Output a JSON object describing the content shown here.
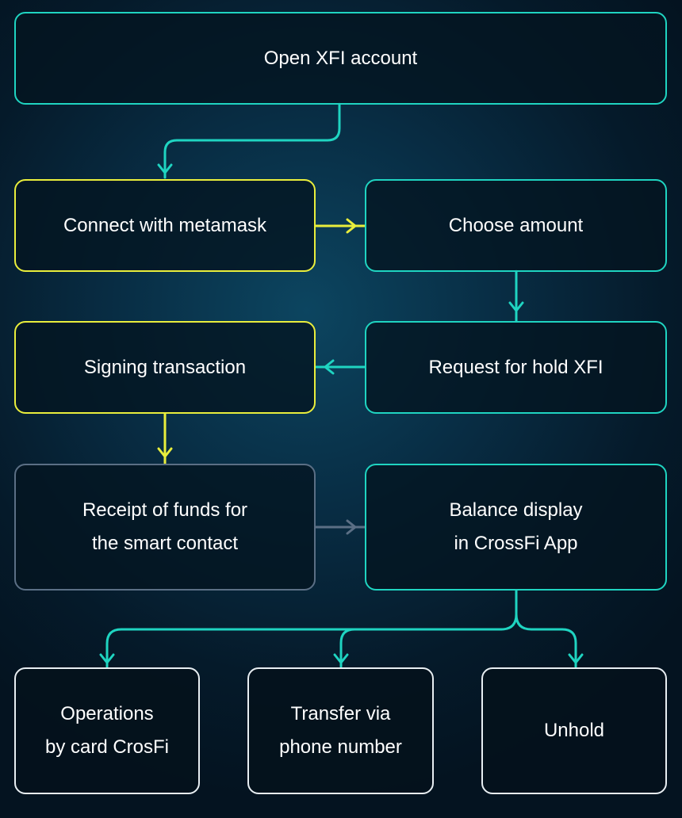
{
  "colors": {
    "teal": "#1fd4c1",
    "yellow": "#e9ee3c",
    "gray": "#5b6f85",
    "white": "#e8eef2"
  },
  "nodes": {
    "open_account": {
      "lines": [
        "Open XFI account"
      ]
    },
    "connect_metamask": {
      "lines": [
        "Connect with metamask"
      ]
    },
    "choose_amount": {
      "lines": [
        "Choose amount"
      ]
    },
    "signing_transaction": {
      "lines": [
        "Signing transaction"
      ]
    },
    "request_hold": {
      "lines": [
        "Request for hold XFI"
      ]
    },
    "receipt_funds": {
      "lines": [
        "Receipt of funds for",
        "the smart contact"
      ]
    },
    "balance_display": {
      "lines": [
        "Balance display",
        "in CrossFi App"
      ]
    },
    "operations_card": {
      "lines": [
        "Operations",
        "by card CrosFi"
      ]
    },
    "transfer_phone": {
      "lines": [
        "Transfer via",
        "phone number"
      ]
    },
    "unhold": {
      "lines": [
        "Unhold"
      ]
    }
  },
  "edges": [
    {
      "from": "open_account",
      "to": "connect_metamask",
      "color": "teal"
    },
    {
      "from": "connect_metamask",
      "to": "choose_amount",
      "color": "yellow"
    },
    {
      "from": "choose_amount",
      "to": "request_hold",
      "color": "teal"
    },
    {
      "from": "request_hold",
      "to": "signing_transaction",
      "color": "teal"
    },
    {
      "from": "signing_transaction",
      "to": "receipt_funds",
      "color": "yellow"
    },
    {
      "from": "receipt_funds",
      "to": "balance_display",
      "color": "gray"
    },
    {
      "from": "balance_display",
      "to": "operations_card",
      "color": "teal"
    },
    {
      "from": "balance_display",
      "to": "transfer_phone",
      "color": "teal"
    },
    {
      "from": "balance_display",
      "to": "unhold",
      "color": "teal"
    }
  ]
}
